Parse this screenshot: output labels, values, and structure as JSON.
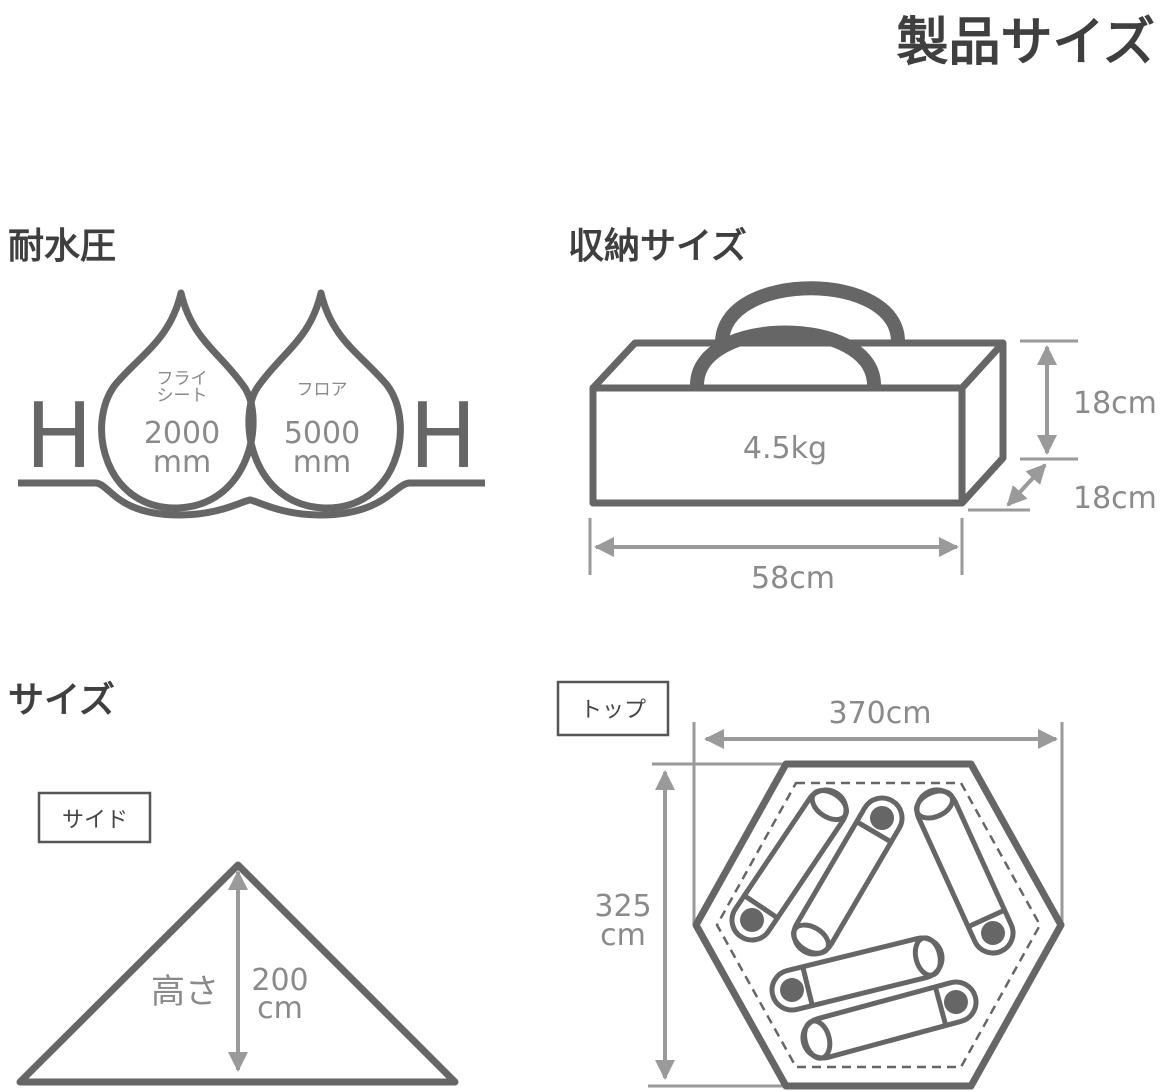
{
  "title": "製品サイズ",
  "water_resistance": {
    "heading": "耐水圧",
    "fly_sheet": {
      "label_line1": "フライ",
      "label_line2": "シート",
      "value": "2000",
      "unit": "mm"
    },
    "floor": {
      "label": "フロア",
      "value": "5000",
      "unit": "mm"
    },
    "h_left": "H",
    "h_right": "H"
  },
  "storage": {
    "heading": "収納サイズ",
    "weight": "4.5kg",
    "height": "18cm",
    "depth": "18cm",
    "width": "58cm"
  },
  "size": {
    "heading": "サイズ",
    "side_label": "サイド",
    "height_label": "高さ",
    "height_value": "200",
    "height_unit": "cm",
    "top_label": "トップ",
    "top_width": "370cm",
    "top_depth_value": "325",
    "top_depth_unit": "cm"
  },
  "colors": {
    "line": "#666666",
    "dimension": "#9a9a9a",
    "text": "#8a8a8a"
  }
}
